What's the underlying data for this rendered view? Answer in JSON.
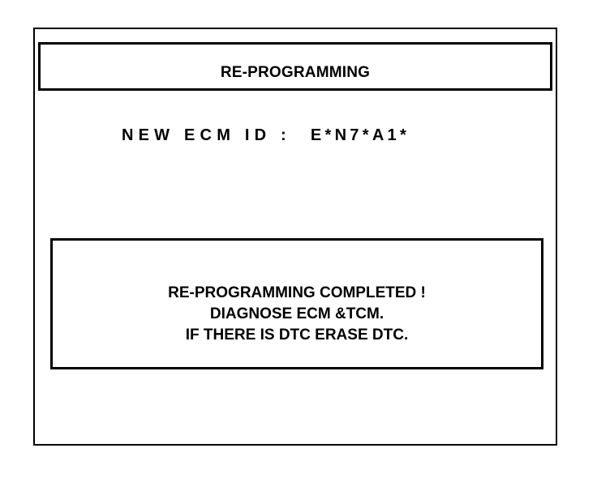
{
  "header": {
    "title": "RE-PROGRAMMING"
  },
  "ecm": {
    "label": "NEW ECM ID :",
    "value": "E*N7*A1*"
  },
  "message": {
    "lines": [
      "RE-PROGRAMMING COMPLETED !",
      "DIAGNOSE ECM &TCM.",
      "IF THERE IS DTC ERASE DTC."
    ]
  },
  "colors": {
    "foreground": "#000000",
    "background": "#ffffff"
  }
}
